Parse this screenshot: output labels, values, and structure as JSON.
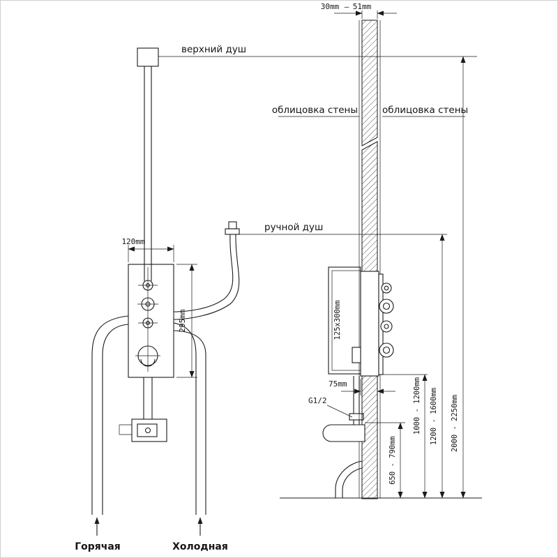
{
  "page": {
    "background": "#ffffff",
    "line_color": "#1a1a1a"
  },
  "diagram": {
    "wall_thickness": {
      "min": "30mm",
      "dash": "—",
      "max": "51mm"
    },
    "overhead_level_label": "верхний душ",
    "hand_level_label": "ручной душ",
    "cladding_left_label": "облицовка стены",
    "cladding_right_label": "облицовка стены",
    "front_view": {
      "width_dim": "120mm",
      "height_dim": "295mm",
      "hot_label": "Горячая",
      "cold_label": "Холодная"
    },
    "side_view": {
      "box_dim": "125x300mm",
      "depth_dim": "75mm",
      "thread_label": "G1/2"
    },
    "height_dims": {
      "spout": "650 - 790mm",
      "mixer": "1000 - 1200mm",
      "hand_shower": "1200 - 1600mm",
      "overhead": "2000 - 2250mm"
    }
  }
}
